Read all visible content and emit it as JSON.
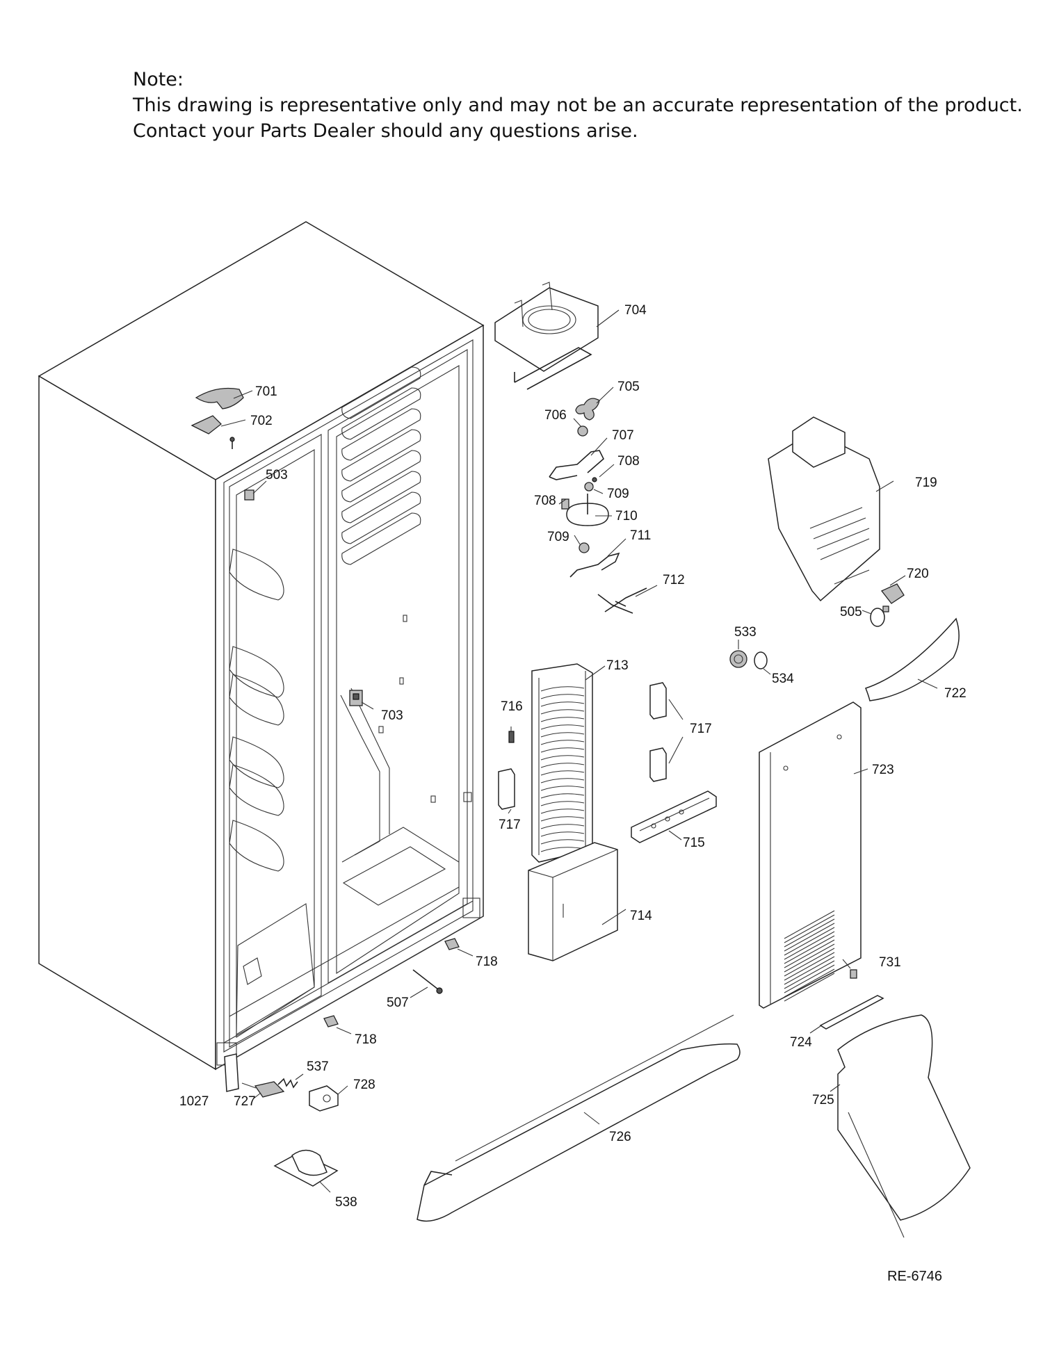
{
  "note": {
    "heading": "Note:",
    "line1": "This drawing is representative only and may not be an accurate representation of the product.",
    "line2": "Contact your Parts Dealer should any questions arise."
  },
  "reference_code": "RE-6746",
  "parts": [
    {
      "id": "p701",
      "label": "701"
    },
    {
      "id": "p702",
      "label": "702"
    },
    {
      "id": "p503",
      "label": "503"
    },
    {
      "id": "p703",
      "label": "703"
    },
    {
      "id": "p704",
      "label": "704"
    },
    {
      "id": "p705",
      "label": "705"
    },
    {
      "id": "p706",
      "label": "706"
    },
    {
      "id": "p707",
      "label": "707"
    },
    {
      "id": "p708a",
      "label": "708"
    },
    {
      "id": "p708b",
      "label": "708"
    },
    {
      "id": "p709a",
      "label": "709"
    },
    {
      "id": "p709b",
      "label": "709"
    },
    {
      "id": "p710",
      "label": "710"
    },
    {
      "id": "p711",
      "label": "711"
    },
    {
      "id": "p712",
      "label": "712"
    },
    {
      "id": "p713",
      "label": "713"
    },
    {
      "id": "p714",
      "label": "714"
    },
    {
      "id": "p715",
      "label": "715"
    },
    {
      "id": "p716",
      "label": "716"
    },
    {
      "id": "p717a",
      "label": "717"
    },
    {
      "id": "p717b",
      "label": "717"
    },
    {
      "id": "p718a",
      "label": "718"
    },
    {
      "id": "p718b",
      "label": "718"
    },
    {
      "id": "p719",
      "label": "719"
    },
    {
      "id": "p720",
      "label": "720"
    },
    {
      "id": "p505",
      "label": "505"
    },
    {
      "id": "p533",
      "label": "533"
    },
    {
      "id": "p534",
      "label": "534"
    },
    {
      "id": "p722",
      "label": "722"
    },
    {
      "id": "p723",
      "label": "723"
    },
    {
      "id": "p731",
      "label": "731"
    },
    {
      "id": "p724",
      "label": "724"
    },
    {
      "id": "p725",
      "label": "725"
    },
    {
      "id": "p726",
      "label": "726"
    },
    {
      "id": "p507",
      "label": "507"
    },
    {
      "id": "p537",
      "label": "537"
    },
    {
      "id": "p728",
      "label": "728"
    },
    {
      "id": "p1027",
      "label": "1027"
    },
    {
      "id": "p727",
      "label": "727"
    },
    {
      "id": "p538",
      "label": "538"
    }
  ]
}
